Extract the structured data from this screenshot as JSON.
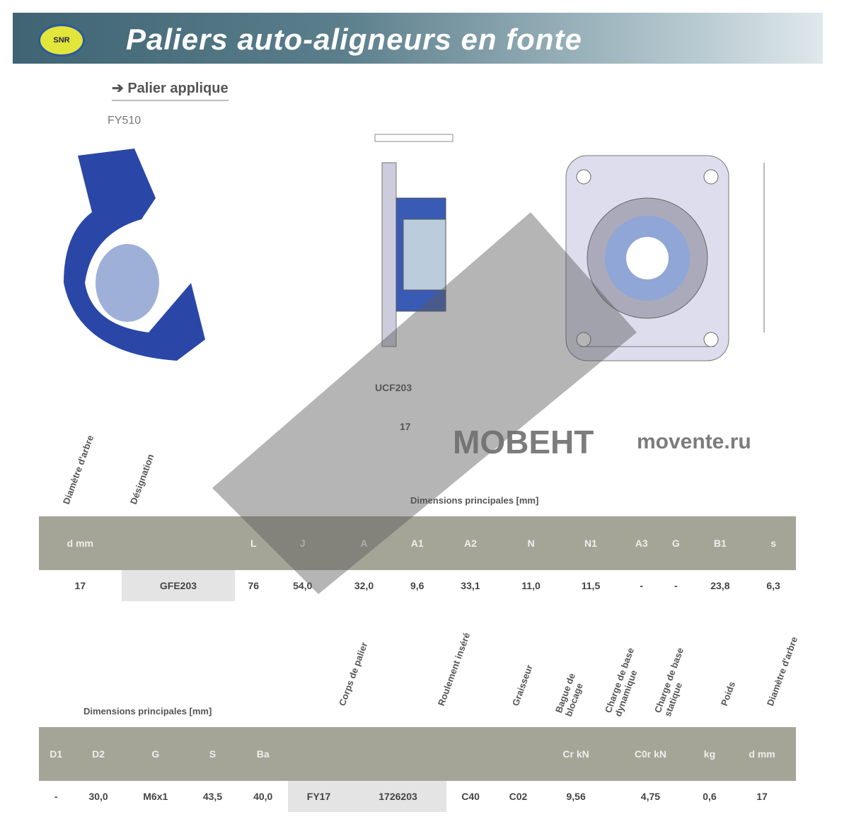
{
  "header": {
    "title": "Paliers auto-aligneurs en fonte",
    "logo": "SNR"
  },
  "section": {
    "subtitle": "Palier applique",
    "code": "FY510",
    "drawing_label": "UCF203",
    "drawing_sub": "17"
  },
  "table1": {
    "rotated_headers": [
      "Diamètre d'arbre",
      "Désignation"
    ],
    "group_label": "Dimensions principales [mm]",
    "headers": [
      "d mm",
      "",
      "L",
      "J",
      "A",
      "A1",
      "A2",
      "N",
      "N1",
      "A3",
      "G",
      "B1",
      "s"
    ],
    "row": [
      "17",
      "GFE203",
      "76",
      "54,0",
      "32,0",
      "9,6",
      "33,1",
      "11,0",
      "11,5",
      "-",
      "-",
      "23,8",
      "6,3"
    ]
  },
  "table2": {
    "group_label": "Dimensions principales [mm]",
    "rotated_headers": [
      "Corps de palier",
      "Roulement inséré",
      "Graisseur",
      "Bague de blocage",
      "Charge de base dynamique",
      "Charge de base statique",
      "Poids",
      "Diamètre d'arbre"
    ],
    "headers": [
      "D1",
      "D2",
      "G",
      "S",
      "Ba",
      "",
      "",
      "",
      "",
      "Cr kN",
      "C0r kN",
      "kg",
      "d mm"
    ],
    "row": [
      "-",
      "30,0",
      "M6x1",
      "43,5",
      "40,0",
      "FY17",
      "1726203",
      "C40",
      "C02",
      "9,56",
      "4,75",
      "0,6",
      "17"
    ]
  },
  "watermark": {
    "brand": "МОВЕНТ",
    "site": "movente.ru"
  },
  "colors": {
    "banner": "#3f6473",
    "table_header": "#a4a596",
    "bearing_blue": "#2a47a8"
  }
}
